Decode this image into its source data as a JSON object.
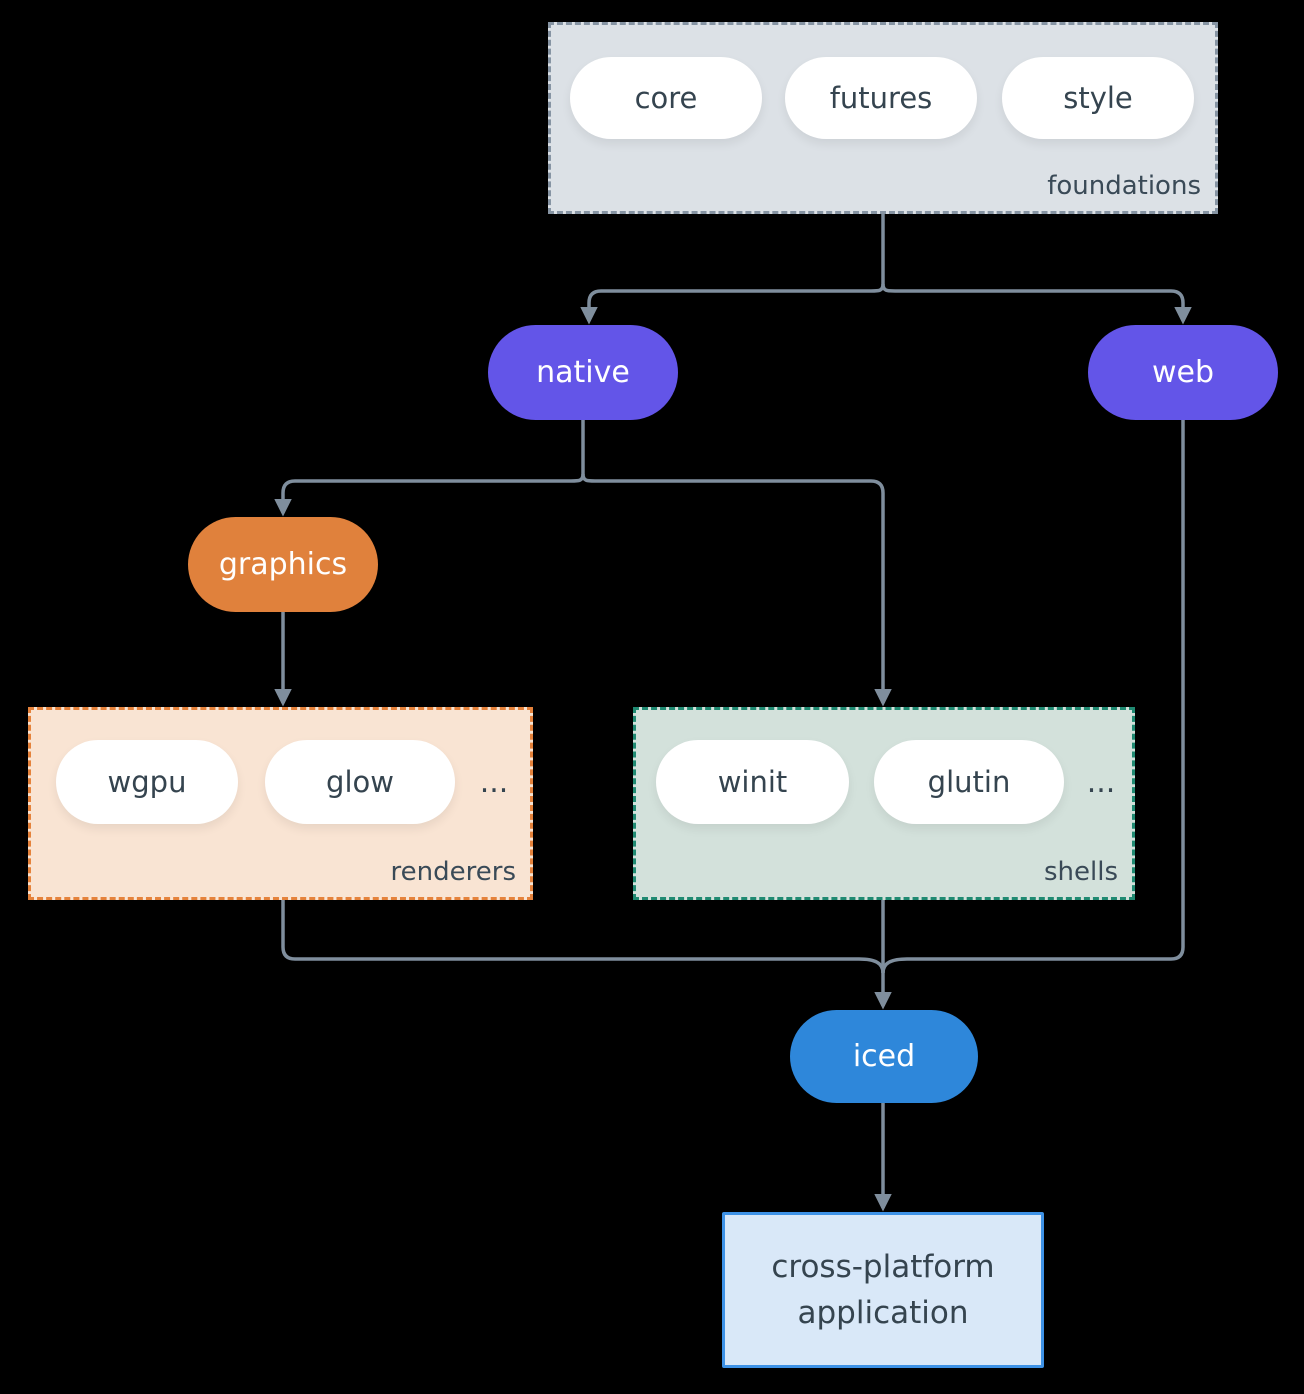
{
  "canvas": {
    "background": "#000000",
    "connector_color": "#7f8e9d"
  },
  "groups": {
    "foundations": {
      "label": "foundations",
      "pills": [
        "core",
        "futures",
        "style"
      ],
      "bg": "#dce1e6",
      "border": "#8694a3"
    },
    "renderers": {
      "label": "renderers",
      "pills": [
        "wgpu",
        "glow"
      ],
      "ellipsis": "...",
      "bg": "#f9e4d3",
      "border": "#e5823b"
    },
    "shells": {
      "label": "shells",
      "pills": [
        "winit",
        "glutin"
      ],
      "ellipsis": "...",
      "bg": "#d3e1db",
      "border": "#208a72"
    }
  },
  "nodes": {
    "native": {
      "label": "native",
      "color": "#6355e8"
    },
    "web": {
      "label": "web",
      "color": "#6355e8"
    },
    "graphics": {
      "label": "graphics",
      "color": "#e0813c"
    },
    "iced": {
      "label": "iced",
      "color": "#2e87da"
    },
    "application": {
      "lines": [
        "cross-platform",
        "application"
      ],
      "bg": "#d9e8f8",
      "border": "#3e92e6"
    }
  }
}
